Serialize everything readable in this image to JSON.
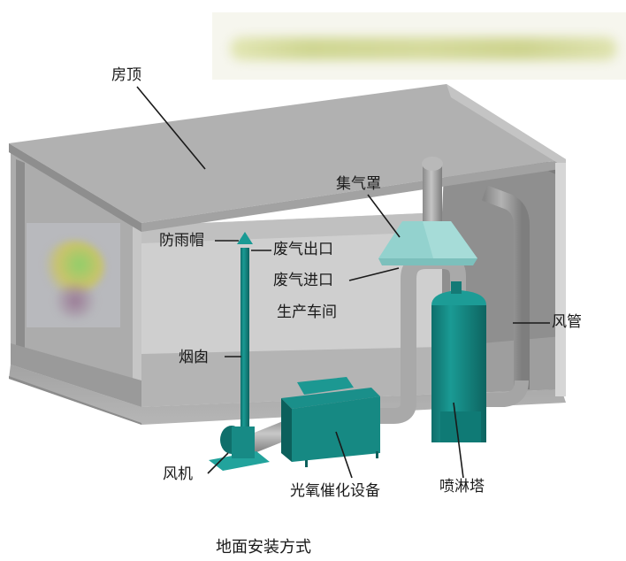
{
  "diagram": {
    "title": "地面安装方式",
    "labels": {
      "roof": "房顶",
      "rain_cap": "防雨帽",
      "exhaust_outlet": "废气出口",
      "exhaust_inlet": "废气进口",
      "workshop": "生产车间",
      "hood": "集气罩",
      "duct": "风管",
      "chimney": "烟囱",
      "fan": "风机",
      "photo_oxygen_catalysis": "光氧催化设备",
      "spray_tower": "喷淋塔"
    },
    "colors": {
      "equipment_teal": "#1a8f8a",
      "equipment_dark": "#127571",
      "hood_cyan": "#8fd0cc",
      "wall_gray": "#a9a9a9",
      "roof_gray": "#b3b3b3",
      "pipe_gray": "#9c9c9c"
    }
  }
}
